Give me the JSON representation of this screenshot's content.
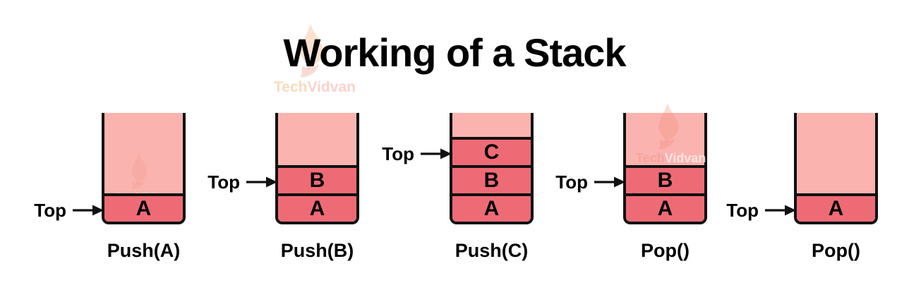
{
  "title": "Working of a Stack",
  "top_label": "Top",
  "watermark": {
    "tech": "Tech",
    "vidvan": "Vidvan"
  },
  "colors": {
    "stack_fill": "#FBB3AF",
    "cell_fill": "#EE6B76",
    "border": "#111111",
    "text": "#000000"
  },
  "stacks": [
    {
      "operation": "Push(A)",
      "cells": [
        "A"
      ]
    },
    {
      "operation": "Push(B)",
      "cells": [
        "B",
        "A"
      ]
    },
    {
      "operation": "Push(C)",
      "cells": [
        "C",
        "B",
        "A"
      ]
    },
    {
      "operation": "Pop()",
      "cells": [
        "B",
        "A"
      ]
    },
    {
      "operation": "Pop()",
      "cells": [
        "A"
      ]
    }
  ]
}
